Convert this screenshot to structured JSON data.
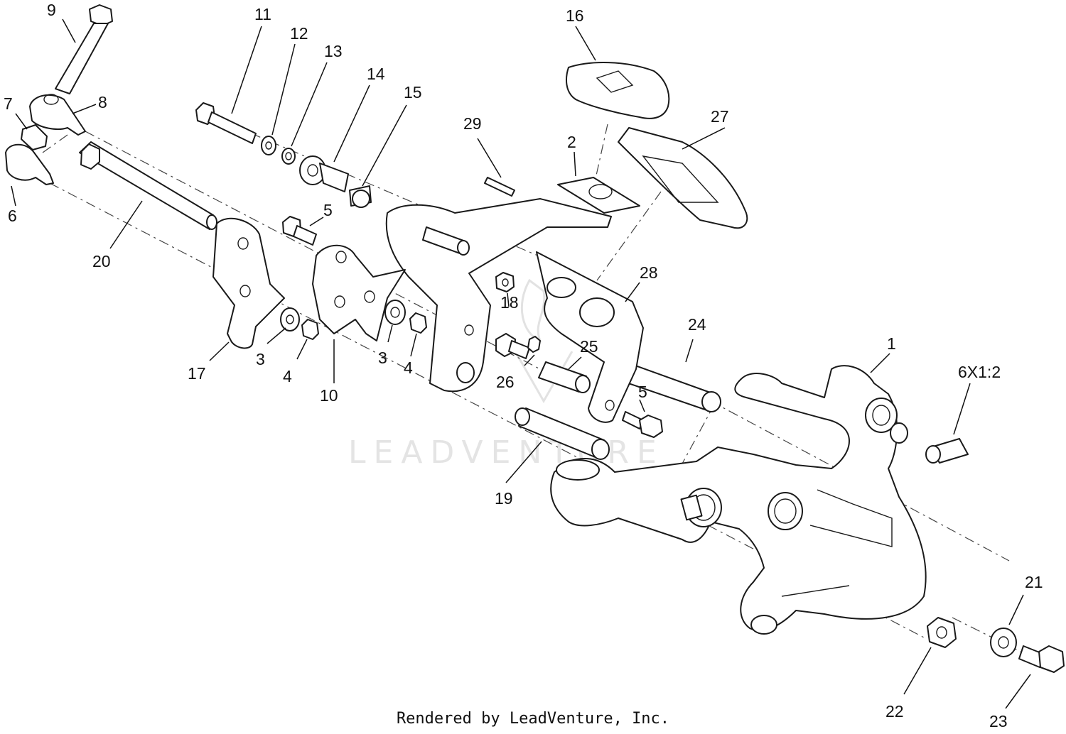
{
  "diagram": {
    "credit": "Rendered by LeadVenture, Inc.",
    "watermark": "LEADVENTURE",
    "callouts": {
      "c1": "1",
      "c2": "2",
      "c3a": "3",
      "c3b": "3",
      "c4a": "4",
      "c4b": "4",
      "c5a": "5",
      "c5b": "5",
      "c6": "6",
      "c6x": "6X1:2",
      "c7": "7",
      "c8": "8",
      "c9": "9",
      "c10": "10",
      "c11": "11",
      "c12": "12",
      "c13": "13",
      "c14": "14",
      "c15": "15",
      "c16": "16",
      "c17": "17",
      "c18": "18",
      "c19": "19",
      "c20": "20",
      "c21": "21",
      "c22": "22",
      "c23": "23",
      "c24": "24",
      "c25": "25",
      "c26": "26",
      "c27": "27",
      "c28": "28",
      "c29": "29"
    }
  }
}
